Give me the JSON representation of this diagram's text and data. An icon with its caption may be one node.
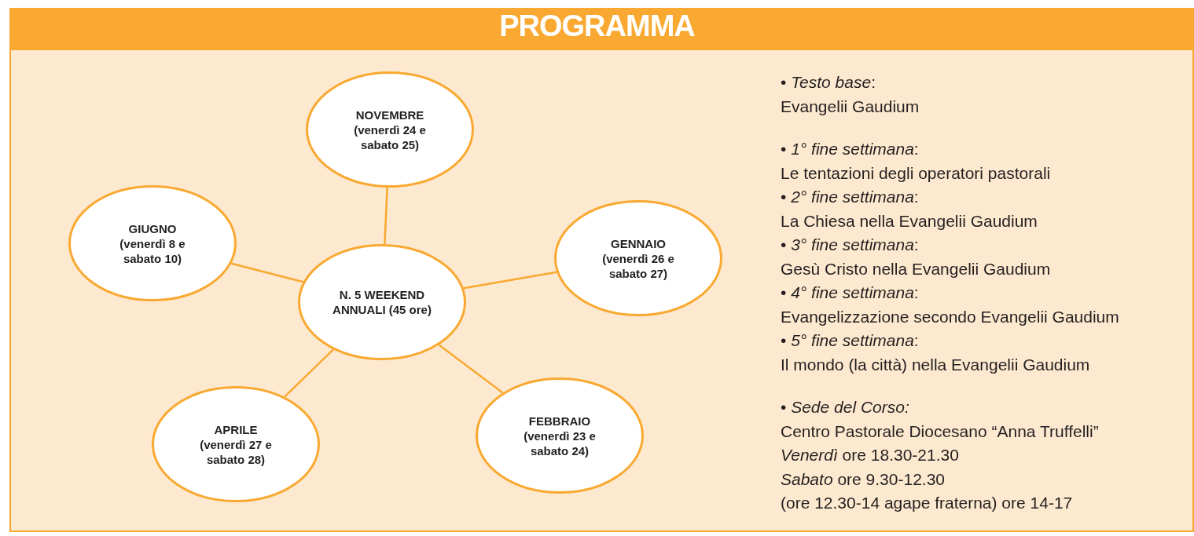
{
  "diagram": {
    "title": "PROGRAMMA",
    "nodes": [
      {
        "text": [
          "NOVEMBRE",
          "(venerdì 24 e sabato 25)"
        ]
      },
      {
        "text": [
          "GIUGNO",
          "(venerdì 8 e sabato 10)"
        ]
      },
      {
        "text": [
          "GENNAIO",
          "(venerdì 26 e sabato 27)"
        ]
      },
      {
        "text": [
          "N. 5 WEEKEND ANNUALI (45 ore)"
        ]
      },
      {
        "text": [
          "FEBBRAIO",
          "(venerdì 23 e sabato 24)"
        ]
      },
      {
        "text": [
          "APRILE",
          "(venerdì 27 e sabato 28)"
        ]
      }
    ],
    "edges": [
      {
        "from": 3,
        "to": 0,
        "arrow": "none"
      },
      {
        "from": 3,
        "to": 1,
        "arrow": "none"
      },
      {
        "from": 3,
        "to": 2,
        "arrow": "none"
      },
      {
        "from": 3,
        "to": 4,
        "arrow": "none"
      },
      {
        "from": 3,
        "to": 5,
        "arrow": "none"
      }
    ],
    "labels": [
      "• *Testo base*:",
      "Evangelii Gaudium",
      "• *1° fine settimana*:",
      "Le tentazioni degli operatori pastorali",
      "• *2° fine settimana*:",
      "La Chiesa nella Evangelii Gaudium",
      "• *3° fine settimana*:",
      "Gesù Cristo nella Evangelii Gaudium",
      "• *4° fine settimana*:",
      "Evangelizzazione secondo Evangelii Gaudium",
      "• *5° fine settimana*:",
      "Il mondo (la città) nella Evangelii Gaudium",
      "• *Sede del Corso:*",
      "Centro Pastorale Diocesano “Anna Truffelli”",
      "*Venerdì* ore 18.30-21.30",
      "*Sabato* ore 9.30-12.30",
      "(ore 12.30-14 agape fraterna) ore 14-17"
    ]
  }
}
